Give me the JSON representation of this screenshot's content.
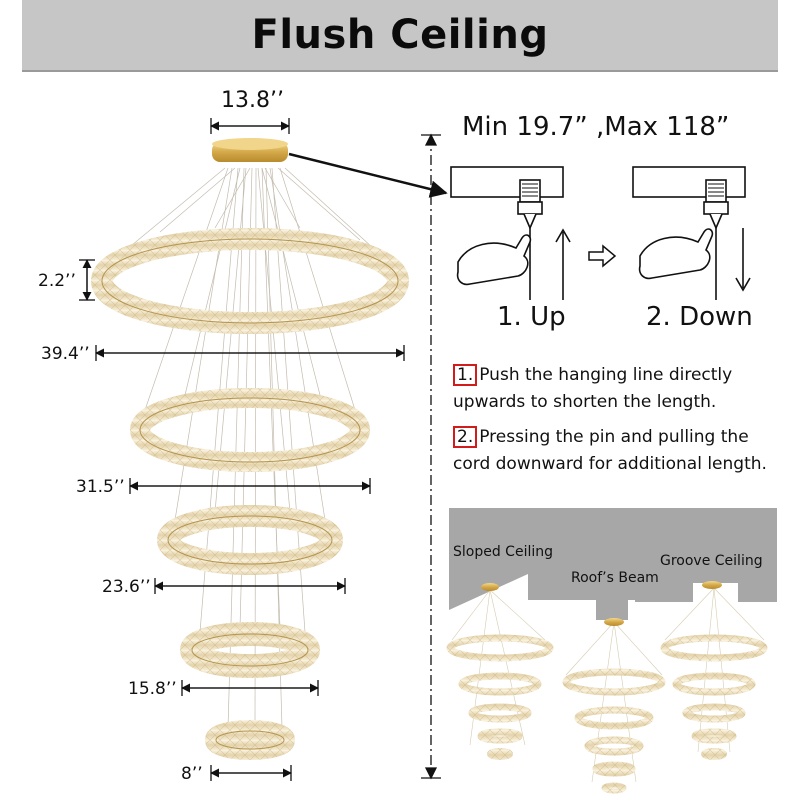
{
  "header": {
    "title": "Flush Ceiling"
  },
  "dimensions": {
    "canopy_width": "13.8’’",
    "ring_height": "2.2’’",
    "ring1": "39.4’’",
    "ring2": "31.5’’",
    "ring3": "23.6’’",
    "ring4": "15.8’’",
    "ring5": "8’’"
  },
  "adjust": {
    "range": "Min 19.7” ,Max 118”",
    "step1": "1. Up",
    "step2": "2. Down"
  },
  "instructions": [
    {
      "num": "1.",
      "line1": "Push the hanging line directly",
      "line2": "upwards to shorten the length."
    },
    {
      "num": "2.",
      "line1": "Pressing the pin and pulling the",
      "line2": "cord downward for additional length."
    }
  ],
  "ceiling_types": {
    "sloped": "Sloped Ceiling",
    "beam": "Roof’s Beam",
    "groove": "Groove Ceiling"
  },
  "colors": {
    "header_bg": "#c6c6c6",
    "gold": "#d9b45a",
    "crystal": "#efe3c4",
    "accent_red": "#d21c1c",
    "ceiling_gray": "#a7a7a7"
  }
}
